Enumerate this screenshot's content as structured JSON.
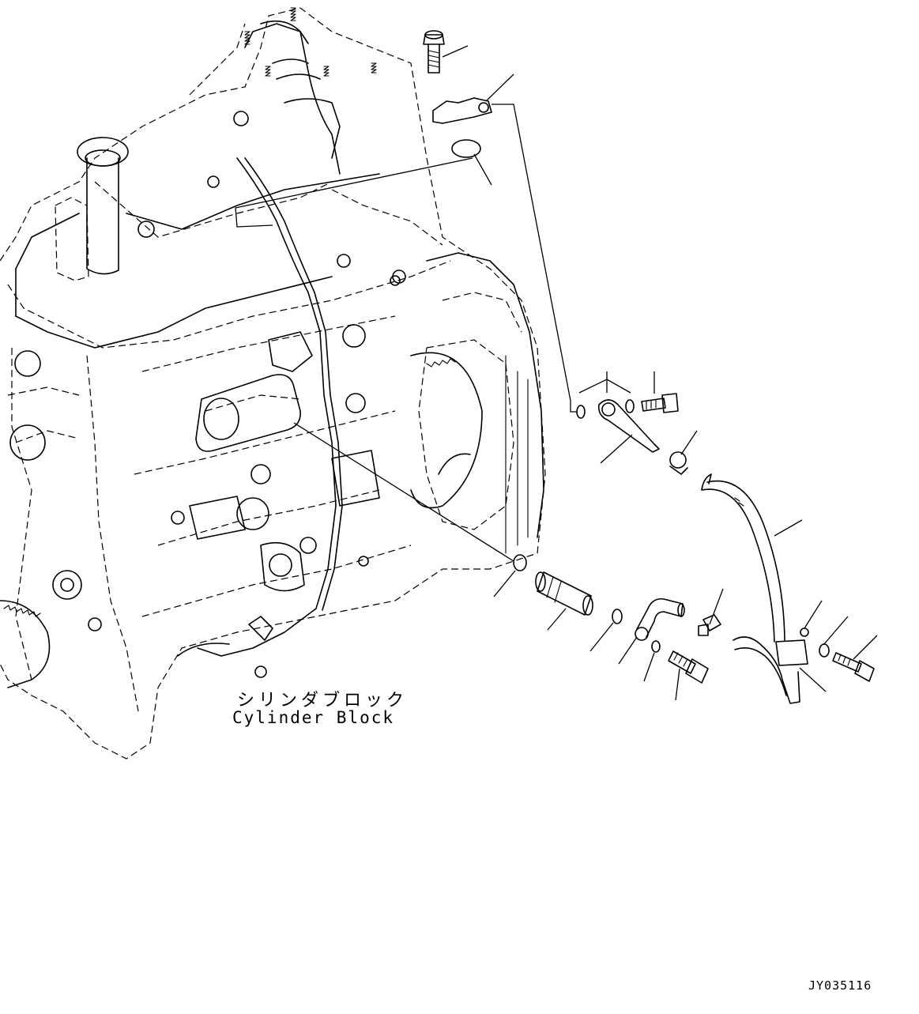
{
  "diagram": {
    "part_label_jp": "シリンダブロック",
    "part_label_en": "Cylinder Block",
    "drawing_number": "JY035116"
  }
}
